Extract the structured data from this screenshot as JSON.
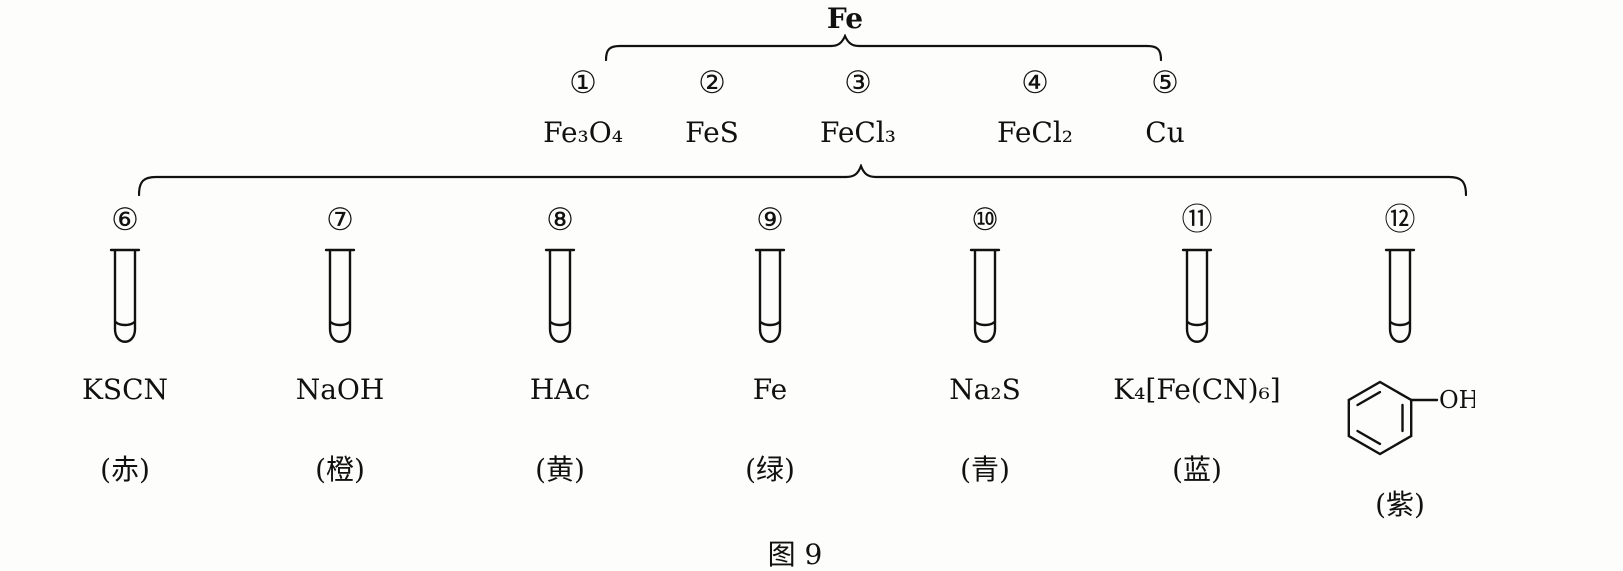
{
  "figure": {
    "caption": "图 9",
    "source_label": "Fe",
    "products": [
      {
        "number": "①",
        "formula": "Fe₃O₄"
      },
      {
        "number": "②",
        "formula": "FeS"
      },
      {
        "number": "③",
        "formula": "FeCl₃"
      },
      {
        "number": "④",
        "formula": "FeCl₂"
      },
      {
        "number": "⑤",
        "formula": "Cu"
      }
    ],
    "reagents": [
      {
        "number": "⑥",
        "label": "KSCN",
        "color": "(赤)"
      },
      {
        "number": "⑦",
        "label": "NaOH",
        "color": "(橙)"
      },
      {
        "number": "⑧",
        "label": "HAc",
        "color": "(黄)"
      },
      {
        "number": "⑨",
        "label": "Fe",
        "color": "(绿)"
      },
      {
        "number": "⑩",
        "label": "Na₂S",
        "color": "(青)"
      },
      {
        "number": "⑪",
        "label": "K₄[Fe(CN)₆]",
        "color": "(蓝)"
      },
      {
        "number": "⑫",
        "label": "OH",
        "structure": "benzene-ring",
        "color": "(紫)"
      }
    ]
  }
}
